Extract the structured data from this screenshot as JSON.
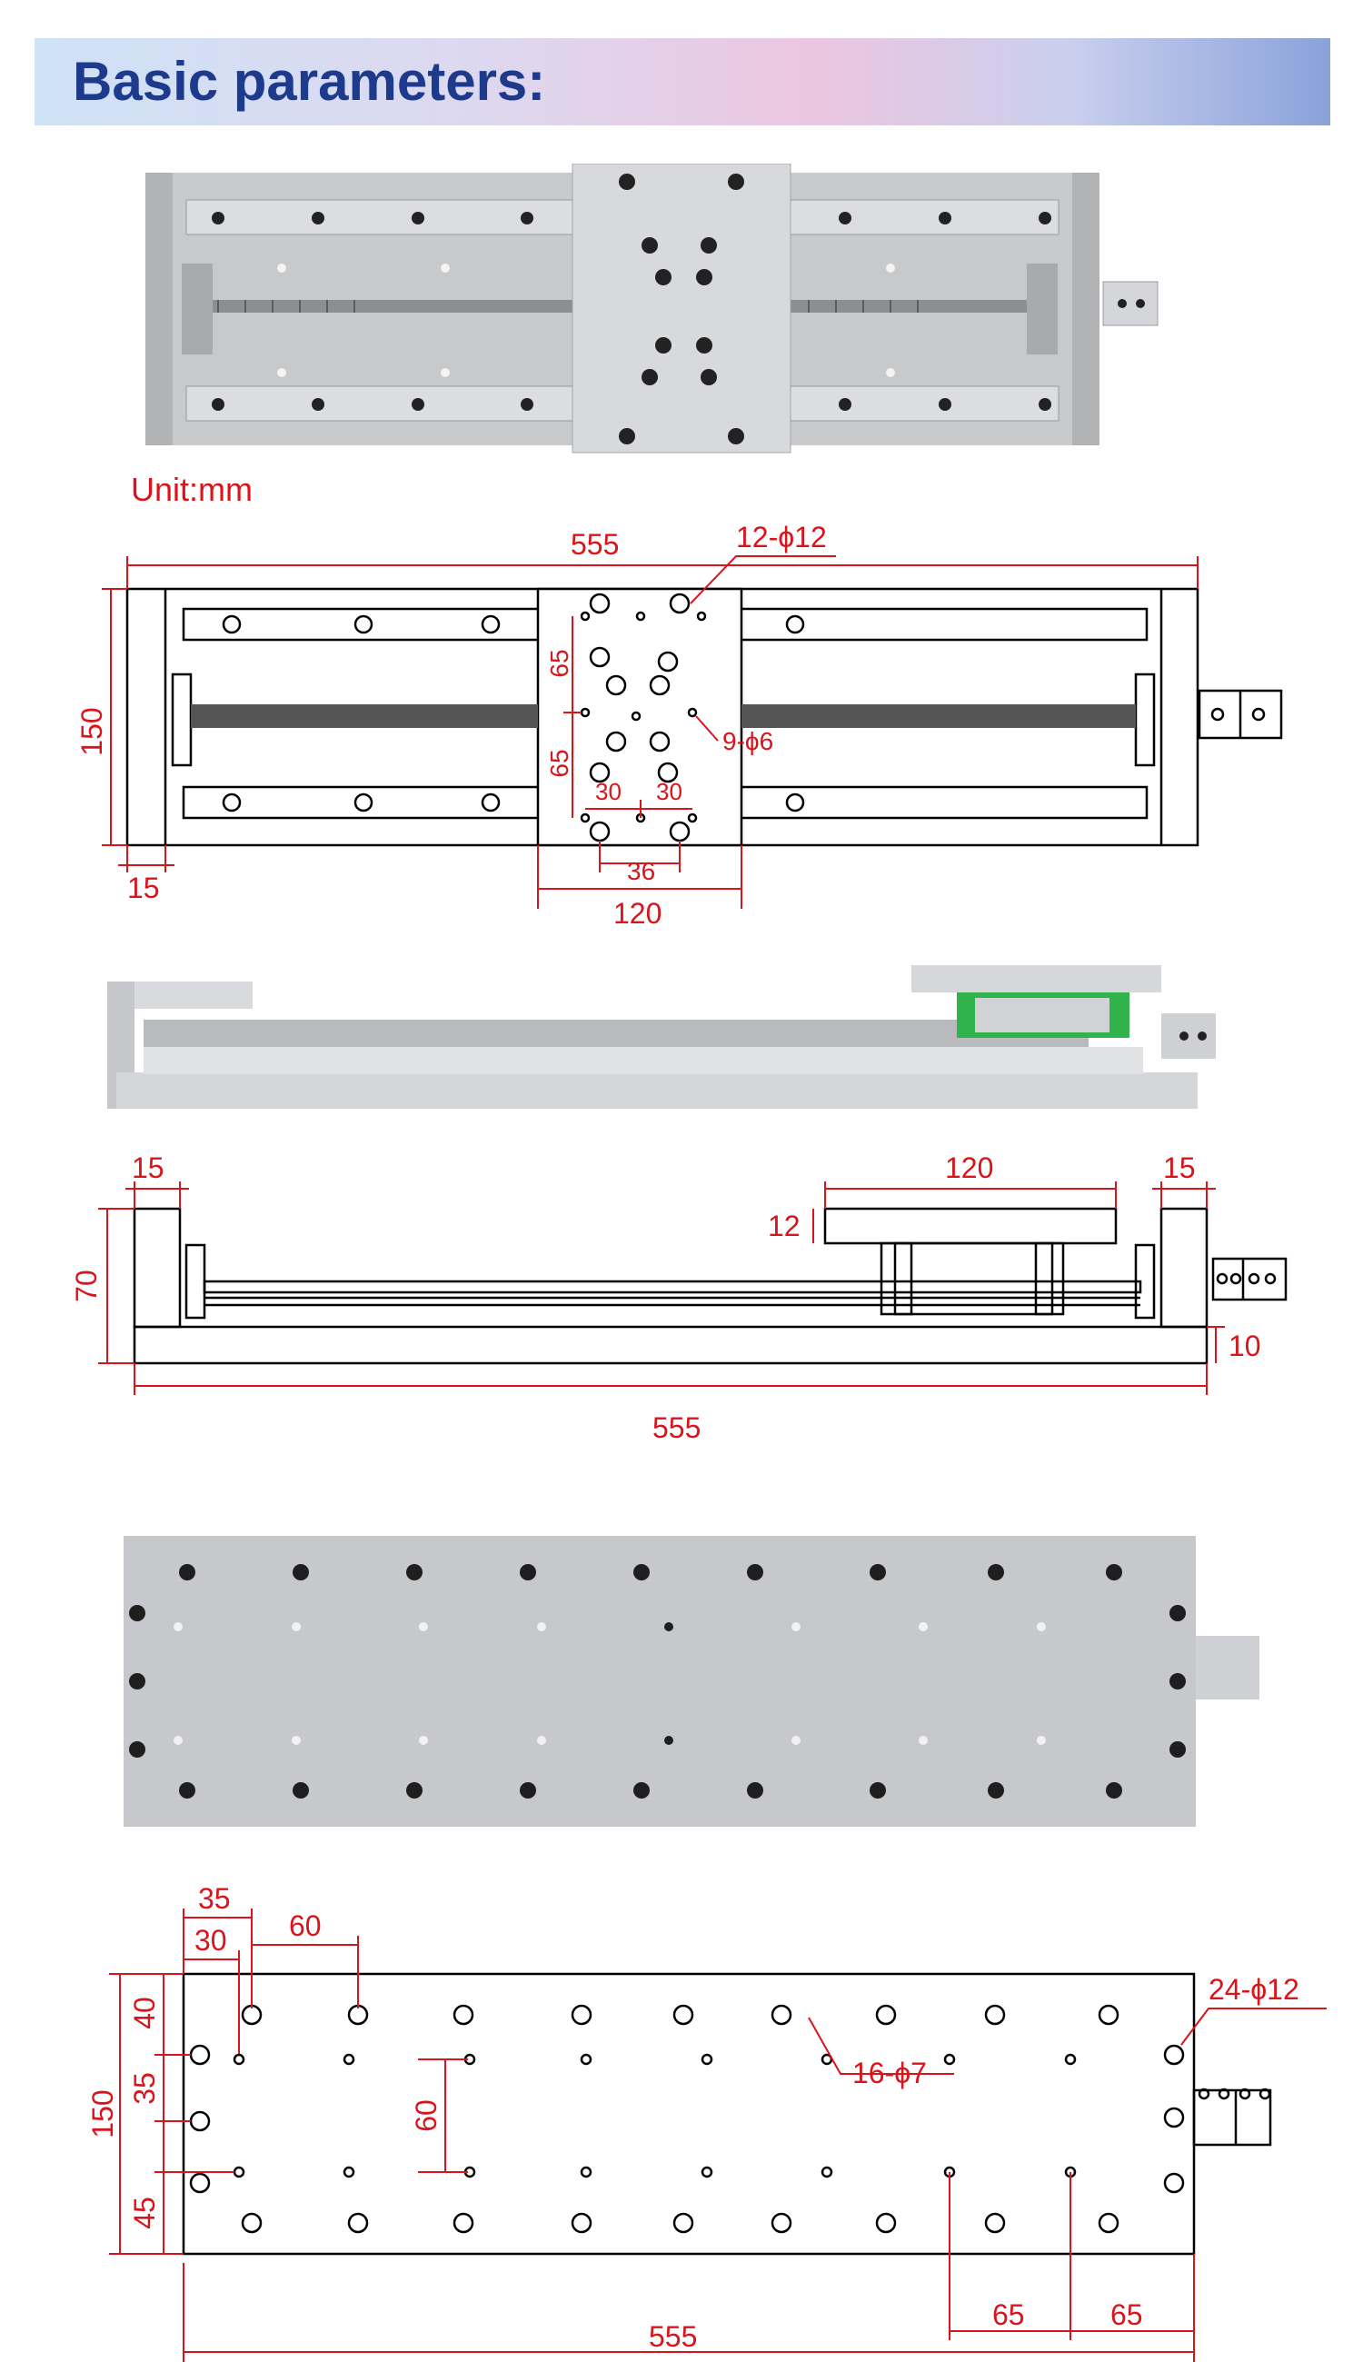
{
  "header": {
    "title": "Basic parameters:"
  },
  "unit_label": "Unit:mm",
  "colors": {
    "dimension": "#d9141b",
    "outline": "#000000",
    "banner_text": "#1d3a8c",
    "metal": "#c9cacc",
    "block_green": "#2fb34a"
  },
  "top_view": {
    "overall_length": "555",
    "height": "150",
    "end_plate": "15",
    "hole_callout": "12-ϕ12",
    "small_hole_callout": "9-ϕ6",
    "vertical_pitch_upper": "65",
    "vertical_pitch_lower": "65",
    "horizontal_pitch_left": "30",
    "horizontal_pitch_right": "30",
    "bottom_pitch": "36",
    "carriage_width": "120"
  },
  "side_view": {
    "left_plate": "15",
    "right_plate": "15",
    "carriage_length": "120",
    "carriage_thickness": "12",
    "height": "70",
    "base_thickness": "10",
    "overall_length": "555"
  },
  "bottom_view": {
    "offset_35": "35",
    "offset_30": "30",
    "pitch_60_top": "60",
    "big_hole_callout": "24-ϕ12",
    "small_hole_callout": "16-ϕ7",
    "edge_40": "40",
    "spacing_35": "35",
    "height": "150",
    "edge_45": "45",
    "pitch_60_vertical": "60",
    "pitch_65_a": "65",
    "pitch_65_b": "65",
    "overall_length": "555"
  }
}
